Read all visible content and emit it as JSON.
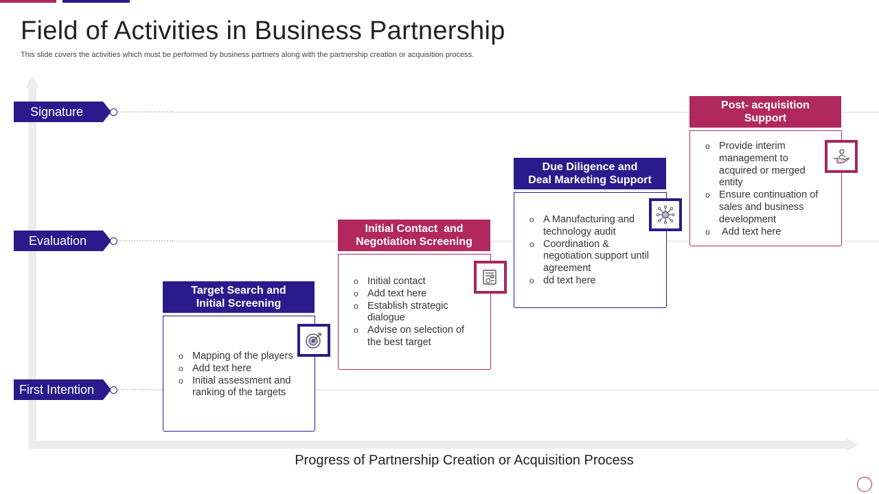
{
  "title": "Field of Activities in Business Partnership",
  "subtitle": "This slide covers the activities which must be performed by business partners along with the partnership creation or acquisition process.",
  "x_axis_label": "Progress of Partnership Creation or Acquisition Process",
  "colors": {
    "navy": "#2b1a8c",
    "plum": "#b0285e",
    "axis": "#ededed"
  },
  "levels": [
    {
      "label": "Signature"
    },
    {
      "label": "Evaluation"
    },
    {
      "label": "First Intention"
    }
  ],
  "stages": [
    {
      "heading_line1": "Target Search and",
      "heading_line2": "Initial Screening",
      "icon": "target-icon",
      "items": [
        "Mapping of the players",
        "Add text here",
        "Initial assessment and ranking of the targets"
      ]
    },
    {
      "heading_line1": "Initial Contact  and",
      "heading_line2": "Negotiation Screening",
      "icon": "contract-document-icon",
      "items": [
        "Initial contact",
        "Add text here",
        "Establish strategic dialogue",
        "Advise on selection of the best target"
      ]
    },
    {
      "heading_line1": "Due Diligence and",
      "heading_line2": "Deal Marketing Support",
      "icon": "network-hub-icon",
      "items": [
        "A Manufacturing and technology audit",
        "Coordination & negotiation support until agreement",
        "dd text here"
      ]
    },
    {
      "heading_line1": "Post- acquisition",
      "heading_line2": "Support",
      "icon": "hand-user-icon",
      "items": [
        "Provide interim management to acquired or merged entity",
        "Ensure continuation of sales and business development",
        " Add text here"
      ]
    }
  ]
}
